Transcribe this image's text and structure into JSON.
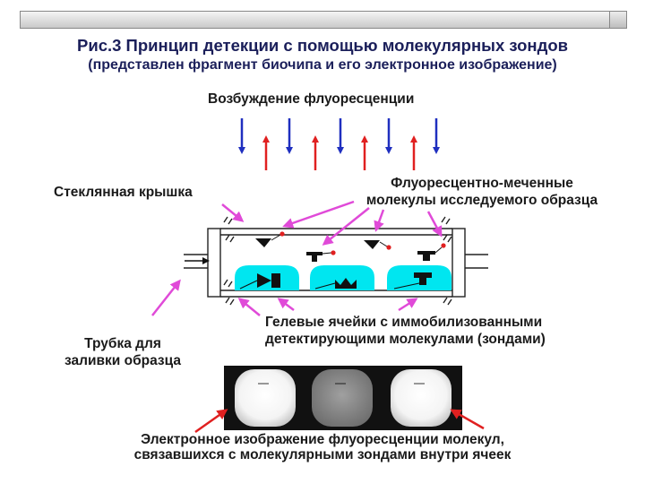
{
  "title": {
    "line1": "Рис.3 Принцип детекции с помощью молекулярных зондов",
    "line2": "(представлен фрагмент биочипа и его электронное изображение)"
  },
  "labels": {
    "excitation": "Возбуждение флуоресценции",
    "glass_cover": "Стеклянная крышка",
    "labeled_molecules_1": "Флуоресцентно-меченные",
    "labeled_molecules_2": "молекулы исследуемого образца",
    "gel_cells_1": "Гелевые ячейки с иммобилизованными",
    "gel_cells_2": "детектирующими молекулами (зондами)",
    "fill_tube_1": "Трубка для",
    "fill_tube_2": "заливки образца",
    "caption_1": "Электронное изображение флуоресценции молекул,",
    "caption_2": "связавшихся с молекулярными зондами внутри ячеек"
  },
  "colors": {
    "title": "#1b1f5a",
    "excitation_down": "#1f2fbf",
    "emission_up": "#e02020",
    "pointer": "#e04ad8",
    "gel_cell": "#00e6f0",
    "dot": "#e02020",
    "caption_pointer": "#e02020"
  },
  "image_cells": [
    {
      "brightness": "bright"
    },
    {
      "brightness": "dim"
    },
    {
      "brightness": "bright"
    }
  ]
}
